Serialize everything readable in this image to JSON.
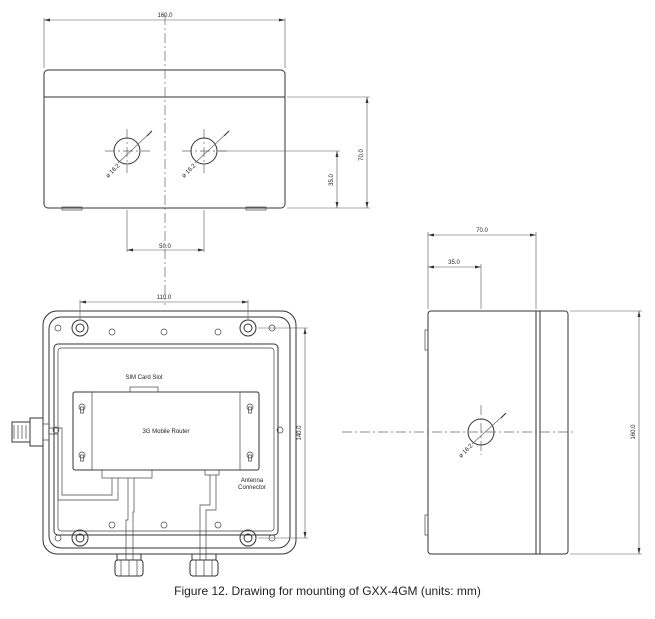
{
  "dimensions": {
    "top_width": "160.0",
    "top_height": "70.0",
    "top_hole_height": "35.0",
    "top_hole_spacing": "50.0",
    "hole_dia_left": "ø 16.2",
    "hole_dia_right": "ø 16.2",
    "bottom_mount_spacing": "110.0",
    "bottom_mount_height": "140.0",
    "side_width": "70.0",
    "side_hole_offset": "35.0",
    "side_height": "160.0",
    "side_hole_dia": "ø 16.2"
  },
  "labels": {
    "sim_card_slot": "SIM Card Slot",
    "router": "3G Mobile Router",
    "antenna_line1": "Antenna",
    "antenna_line2": "Connector"
  },
  "caption": "Figure 12. Drawing for mounting of GXX-4GM (units: mm)"
}
